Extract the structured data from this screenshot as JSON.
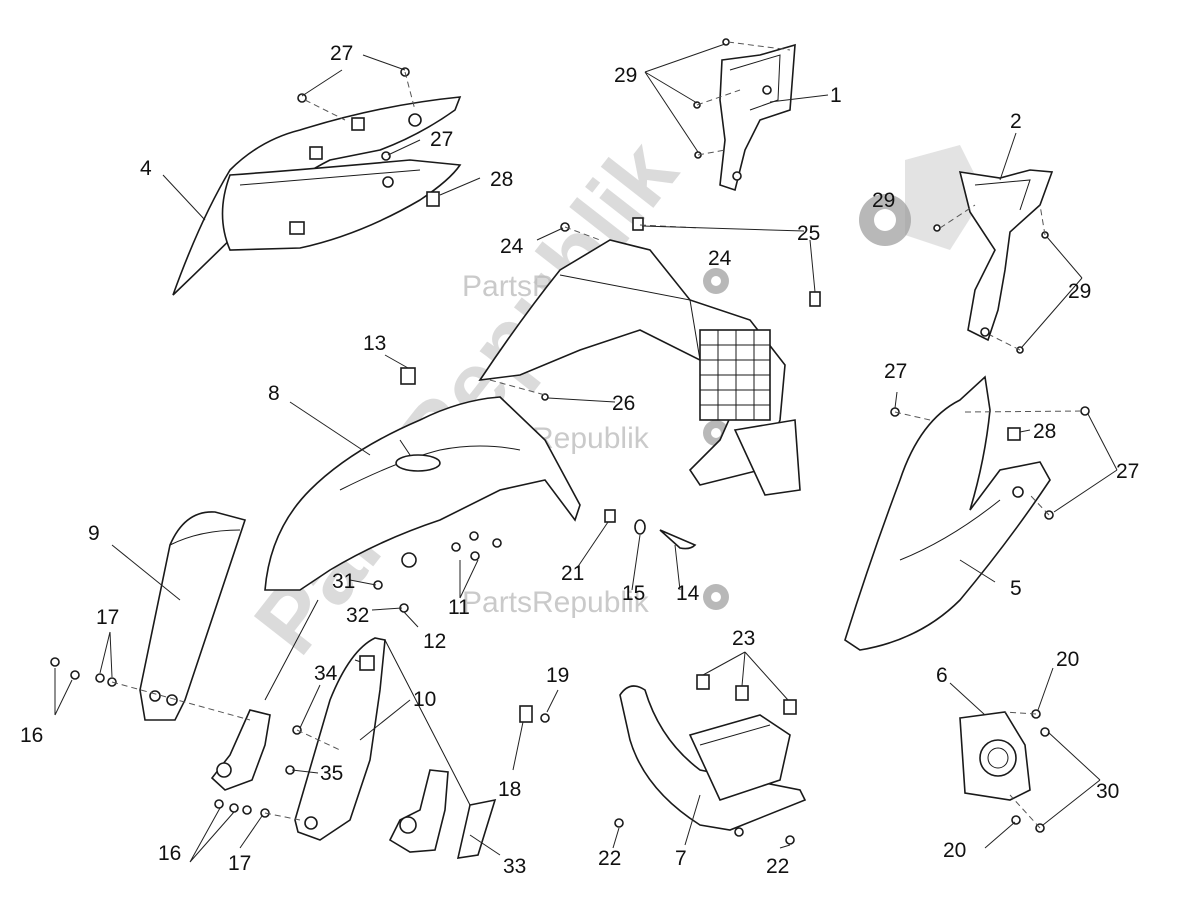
{
  "watermark": {
    "brand": "PartsRepublik",
    "gear_icon": "gear-icon"
  },
  "callouts": [
    {
      "id": "c1",
      "text": "1"
    },
    {
      "id": "c2",
      "text": "2"
    },
    {
      "id": "c4",
      "text": "4"
    },
    {
      "id": "c5",
      "text": "5"
    },
    {
      "id": "c6",
      "text": "6"
    },
    {
      "id": "c7",
      "text": "7"
    },
    {
      "id": "c8",
      "text": "8"
    },
    {
      "id": "c9",
      "text": "9"
    },
    {
      "id": "c10",
      "text": "10"
    },
    {
      "id": "c11",
      "text": "11"
    },
    {
      "id": "c12",
      "text": "12"
    },
    {
      "id": "c13",
      "text": "13"
    },
    {
      "id": "c14",
      "text": "14"
    },
    {
      "id": "c15",
      "text": "15"
    },
    {
      "id": "c16a",
      "text": "16"
    },
    {
      "id": "c16b",
      "text": "16"
    },
    {
      "id": "c17a",
      "text": "17"
    },
    {
      "id": "c17b",
      "text": "17"
    },
    {
      "id": "c18",
      "text": "18"
    },
    {
      "id": "c19",
      "text": "19"
    },
    {
      "id": "c20a",
      "text": "20"
    },
    {
      "id": "c20b",
      "text": "20"
    },
    {
      "id": "c21",
      "text": "21"
    },
    {
      "id": "c22a",
      "text": "22"
    },
    {
      "id": "c22b",
      "text": "22"
    },
    {
      "id": "c23",
      "text": "23"
    },
    {
      "id": "c24a",
      "text": "24"
    },
    {
      "id": "c24b",
      "text": "24"
    },
    {
      "id": "c25",
      "text": "25"
    },
    {
      "id": "c26",
      "text": "26"
    },
    {
      "id": "c27a",
      "text": "27"
    },
    {
      "id": "c27b",
      "text": "27"
    },
    {
      "id": "c27c",
      "text": "27"
    },
    {
      "id": "c27d",
      "text": "27"
    },
    {
      "id": "c28a",
      "text": "28"
    },
    {
      "id": "c28b",
      "text": "28"
    },
    {
      "id": "c29a",
      "text": "29"
    },
    {
      "id": "c29b",
      "text": "29"
    },
    {
      "id": "c29c",
      "text": "29"
    },
    {
      "id": "c30",
      "text": "30"
    },
    {
      "id": "c31",
      "text": "31"
    },
    {
      "id": "c32",
      "text": "32"
    },
    {
      "id": "c33",
      "text": "33"
    },
    {
      "id": "c34",
      "text": "34"
    },
    {
      "id": "c35",
      "text": "35"
    }
  ]
}
